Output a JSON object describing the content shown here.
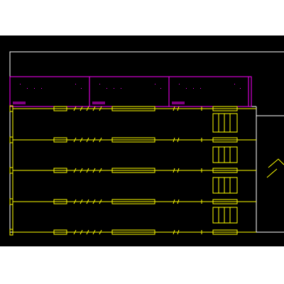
{
  "drawing": {
    "background": "#ffffff",
    "canvas_color": "#000000",
    "colors": {
      "border": "#ffffff",
      "wiring": "#ffff00",
      "cyan_linework": "#00ffff",
      "magenta_panels": "#ff00ff"
    },
    "rows": {
      "count": 5,
      "coil_symbols_per_row": 5,
      "tick_marks_per_row": 3
    },
    "top_bays": {
      "count": 3
    }
  }
}
